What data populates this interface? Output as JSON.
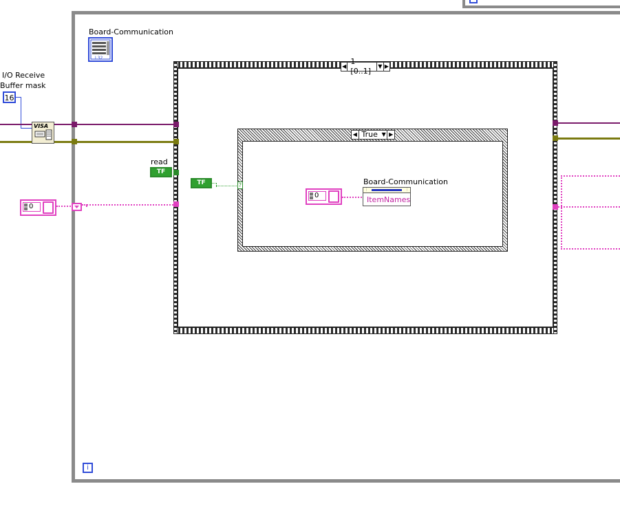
{
  "colors": {
    "frame_gray": "#8a8a8a",
    "visa_wire": "#7a1a6a",
    "error_wire": "#7a7a10",
    "string_wire": "#e040c0",
    "bool_wire": "#2fa02f",
    "numeric_blue": "#2f4bd8"
  },
  "labels": {
    "board_comm_top": "Board-Communication",
    "io_receive_line1": "I/O Receive",
    "io_receive_line2": "Buffer mask",
    "read": "read",
    "board_comm_inner": "Board-Communication",
    "item_names": "ItemNames"
  },
  "constants": {
    "buffer_mask_value": "16",
    "read_bool": "TF",
    "inner_bool": "TF",
    "outer_array_index": "0",
    "inner_array_index": "0"
  },
  "sequence": {
    "selector_label": "1 [0..1]"
  },
  "case": {
    "selector_label": "True"
  },
  "visa_node": {
    "label": "VISA"
  },
  "case_selector_terminal": {
    "label": "?"
  },
  "loop_iteration": {
    "label": "i"
  },
  "icons": {
    "board_comm_ref": "listbox-reference-icon",
    "visa_flush": "visa-flush-icon",
    "iteration": "iteration-terminal-icon"
  }
}
